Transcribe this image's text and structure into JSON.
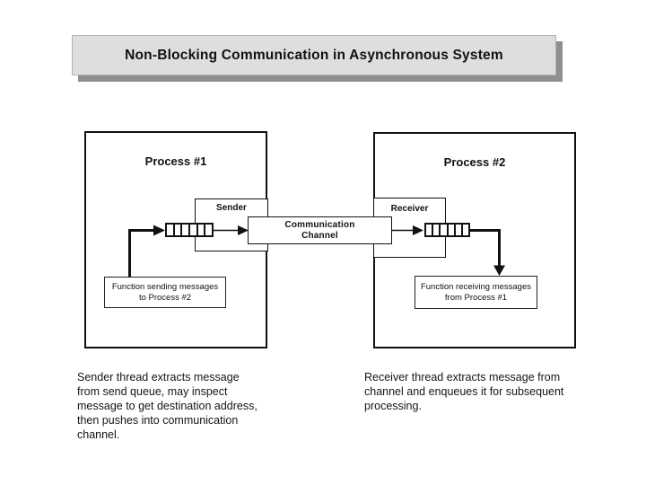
{
  "slide": {
    "title": "Non-Blocking Communication in Asynchronous System"
  },
  "diagram": {
    "process1": {
      "label": "Process #1",
      "sender_label": "Sender",
      "function_box": "Function sending messages\nto Process #2"
    },
    "process2": {
      "label": "Process #2",
      "receiver_label": "Receiver",
      "function_box": "Function receiving messages\nfrom Process #1"
    },
    "channel_label": "Communication\nChannel",
    "queue_cells": 6
  },
  "notes": {
    "left": "Sender thread extracts message\nfrom send queue, may inspect\nmessage to get destination address,\nthen pushes into communication\nchannel.",
    "right": "Receiver thread extracts message from\nchannel and enqueues it for subsequent\nprocessing."
  },
  "colors": {
    "background": "#ffffff",
    "line": "#111111",
    "title_fill": "#dedede",
    "title_border": "#b3b3b3",
    "title_shadow": "#8f8f8f"
  }
}
